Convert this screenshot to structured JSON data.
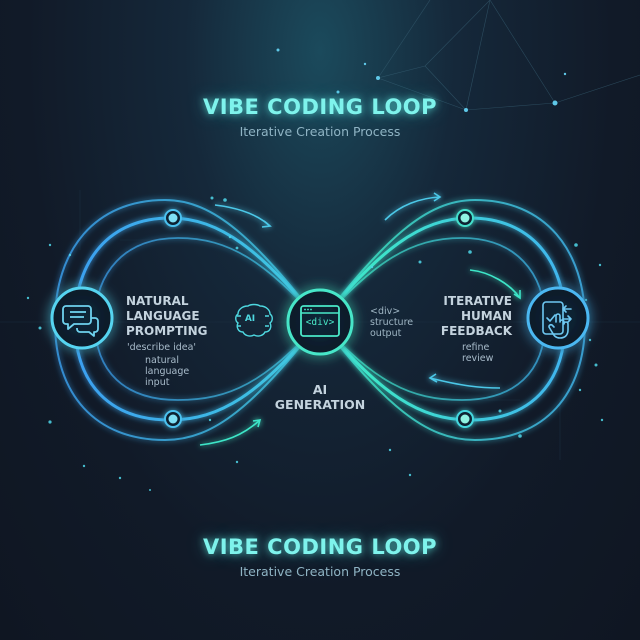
{
  "header": {
    "title": "VIBE CODING LOOP",
    "subtitle": "Iterative Creation Process"
  },
  "footer": {
    "title": "VIBE CODING LOOP",
    "subtitle": "Iterative Creation Process"
  },
  "diagram": {
    "shape": "infinity-loop",
    "colors": {
      "left_loop": "#3fa8f0",
      "right_loop": "#3ee6c8",
      "title_glow": "#7ef3ec",
      "background": "#111a28"
    },
    "nodes": [
      {
        "id": "natural-language-prompting",
        "icon": "chat-bubbles-icon",
        "title_lines": [
          "NATURAL",
          "LANGUAGE",
          "PROMPTING"
        ],
        "caption": "'describe idea'",
        "detail_lines": [
          "natural",
          "language",
          "input"
        ]
      },
      {
        "id": "ai-generation",
        "icon": "code-window-icon",
        "icon_text": "<div>",
        "side_icon": "ai-brain-icon",
        "side_icon_text": "AI",
        "title_lines": [
          "AI",
          "GENERATION"
        ],
        "detail_lines": [
          "<div>",
          "structure",
          "output"
        ]
      },
      {
        "id": "iterative-human-feedback",
        "icon": "touch-device-icon",
        "title_lines": [
          "ITERATIVE",
          "HUMAN",
          "FEEDBACK"
        ],
        "detail_lines": [
          "refine",
          "review"
        ]
      }
    ]
  }
}
